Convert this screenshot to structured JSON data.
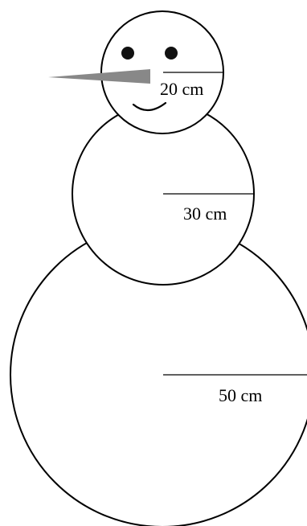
{
  "labels": {
    "head_radius": "20 cm",
    "middle_radius": "30 cm",
    "bottom_radius": "50 cm"
  },
  "colors": {
    "outline": "#000000",
    "nose": "#888888",
    "eyes": "#111111",
    "background": "#ffffff"
  }
}
